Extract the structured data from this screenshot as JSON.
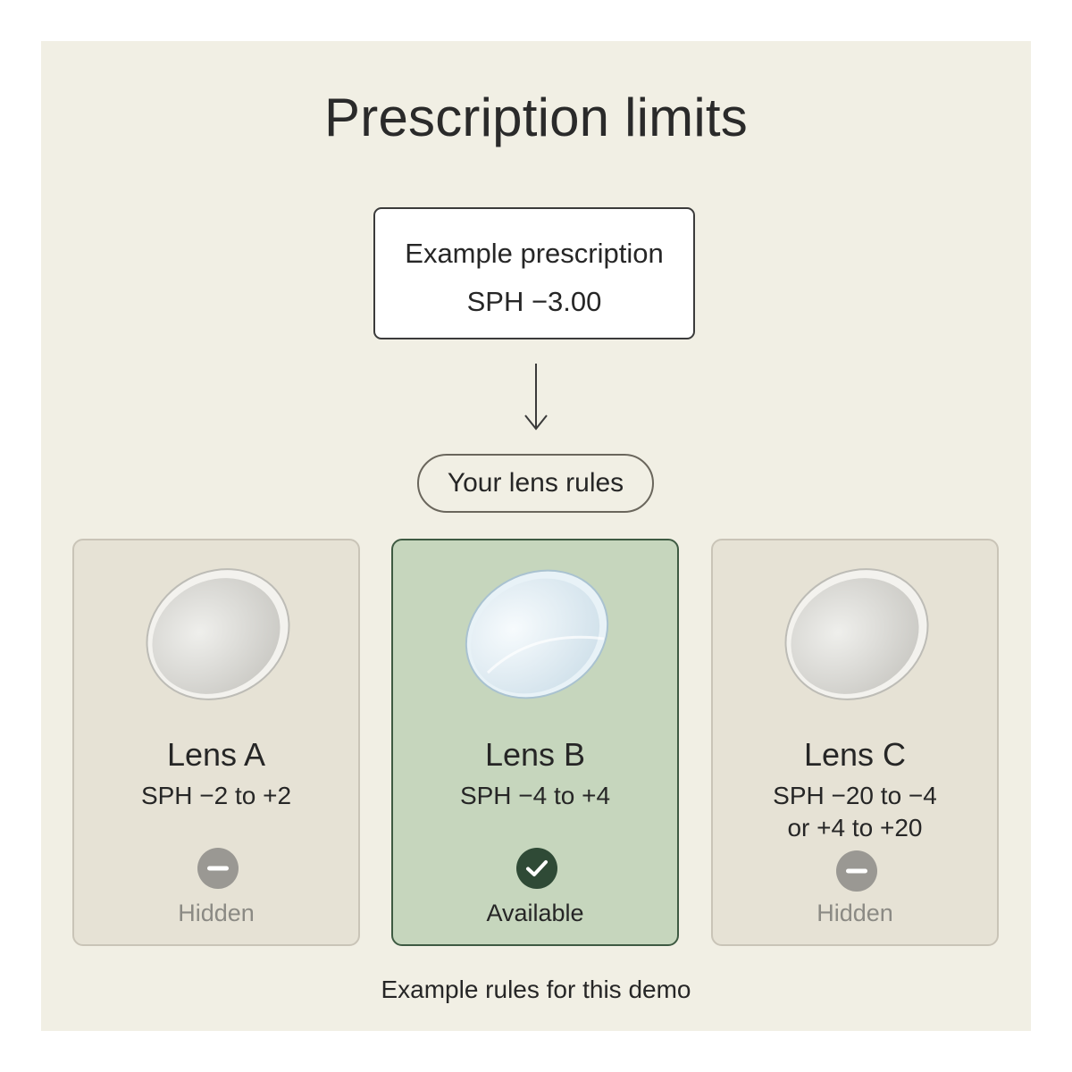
{
  "title": "Prescription limits",
  "example": {
    "label": "Example prescription",
    "value": "SPH −3.00"
  },
  "rules_label": "Your lens rules",
  "lenses": [
    {
      "name": "Lens A",
      "range": "SPH −2 to +2",
      "status": "Hidden",
      "available": false
    },
    {
      "name": "Lens B",
      "range": "SPH −4 to +4",
      "status": "Available",
      "available": true
    },
    {
      "name": "Lens C",
      "range": "SPH −20 to −4\nor +4 to +20",
      "status": "Hidden",
      "available": false
    }
  ],
  "footnote": "Example rules for this demo",
  "colors": {
    "panel_bg": "#f1efe4",
    "card_bg": "#e6e2d5",
    "active_card_bg": "#c6d6bd",
    "active_border": "#3e5a42",
    "available_icon": "#2f4a36",
    "hidden_icon": "#9a9893"
  },
  "icons": {
    "hidden": "minus-circle-icon",
    "available": "check-circle-icon",
    "arrow": "arrow-down-icon"
  }
}
